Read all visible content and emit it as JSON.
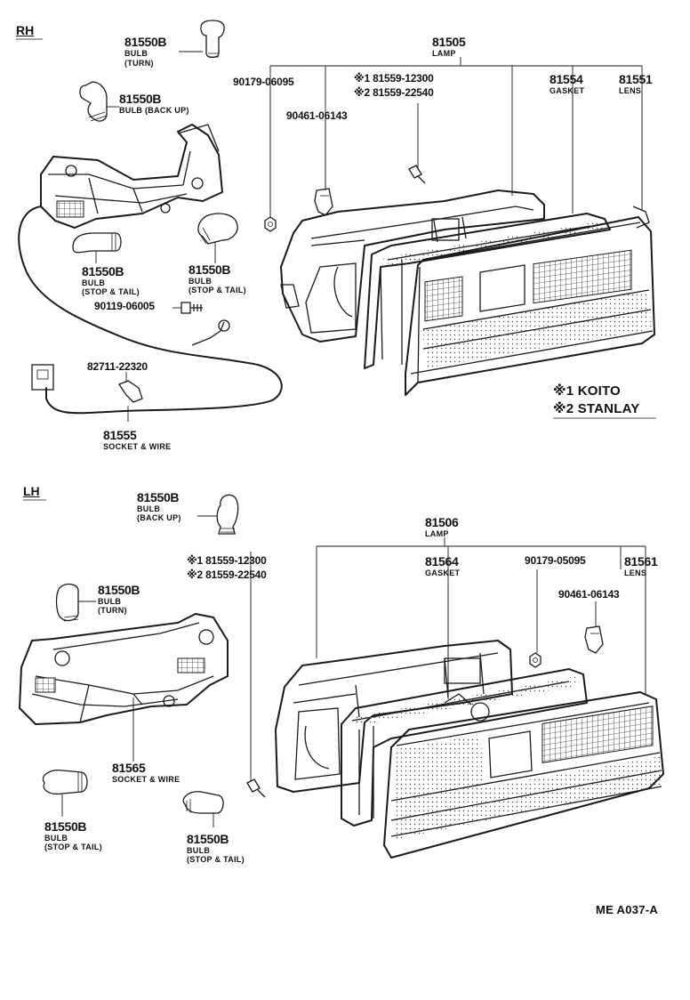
{
  "rh": {
    "section": "RH",
    "bulb_turn": {
      "pn": "81550B",
      "l1": "BULB",
      "l2": "(TURN)"
    },
    "bulb_backup": {
      "pn": "81550B",
      "l1": "BULB (BACK UP)"
    },
    "bulb_stop1": {
      "pn": "81550B",
      "l1": "BULB",
      "l2": "(STOP & TAIL)"
    },
    "bulb_stop2": {
      "pn": "81550B",
      "l1": "BULB",
      "l2": "(STOP & TAIL)"
    },
    "screw": "90119-06005",
    "connector": "82711-22320",
    "socket": {
      "pn": "81555",
      "l1": "SOCKET & WIRE"
    },
    "lamp": {
      "pn": "81505",
      "l1": "LAMP"
    },
    "nut": "90179-06095",
    "clip": "90461-06143",
    "screws_alt": {
      "a": "※1 81559-12300",
      "b": "※2 81559-22540"
    },
    "gasket": {
      "pn": "81554",
      "l1": "GASKET"
    },
    "lens": {
      "pn": "81551",
      "l1": "LENS"
    },
    "makers": {
      "a": "※1 KOITO",
      "b": "※2 STANLAY"
    }
  },
  "lh": {
    "section": "LH",
    "bulb_backup": {
      "pn": "81550B",
      "l1": "BULB",
      "l2": "(BACK UP)"
    },
    "bulb_turn": {
      "pn": "81550B",
      "l1": "BULB",
      "l2": "(TURN)"
    },
    "socket": {
      "pn": "81565",
      "l1": "SOCKET & WIRE"
    },
    "bulb_stop1": {
      "pn": "81550B",
      "l1": "BULB",
      "l2": "(STOP & TAIL)"
    },
    "bulb_stop2": {
      "pn": "81550B",
      "l1": "BULB",
      "l2": "(STOP & TAIL)"
    },
    "lamp": {
      "pn": "81506",
      "l1": "LAMP"
    },
    "screws_alt": {
      "a": "※1 81559-12300",
      "b": "※2 81559-22540"
    },
    "gasket": {
      "pn": "81564",
      "l1": "GASKET"
    },
    "nut": "90179-05095",
    "lens": {
      "pn": "81561",
      "l1": "LENS"
    },
    "clip": "90461-06143"
  },
  "ref_code": "ME  A037-A"
}
